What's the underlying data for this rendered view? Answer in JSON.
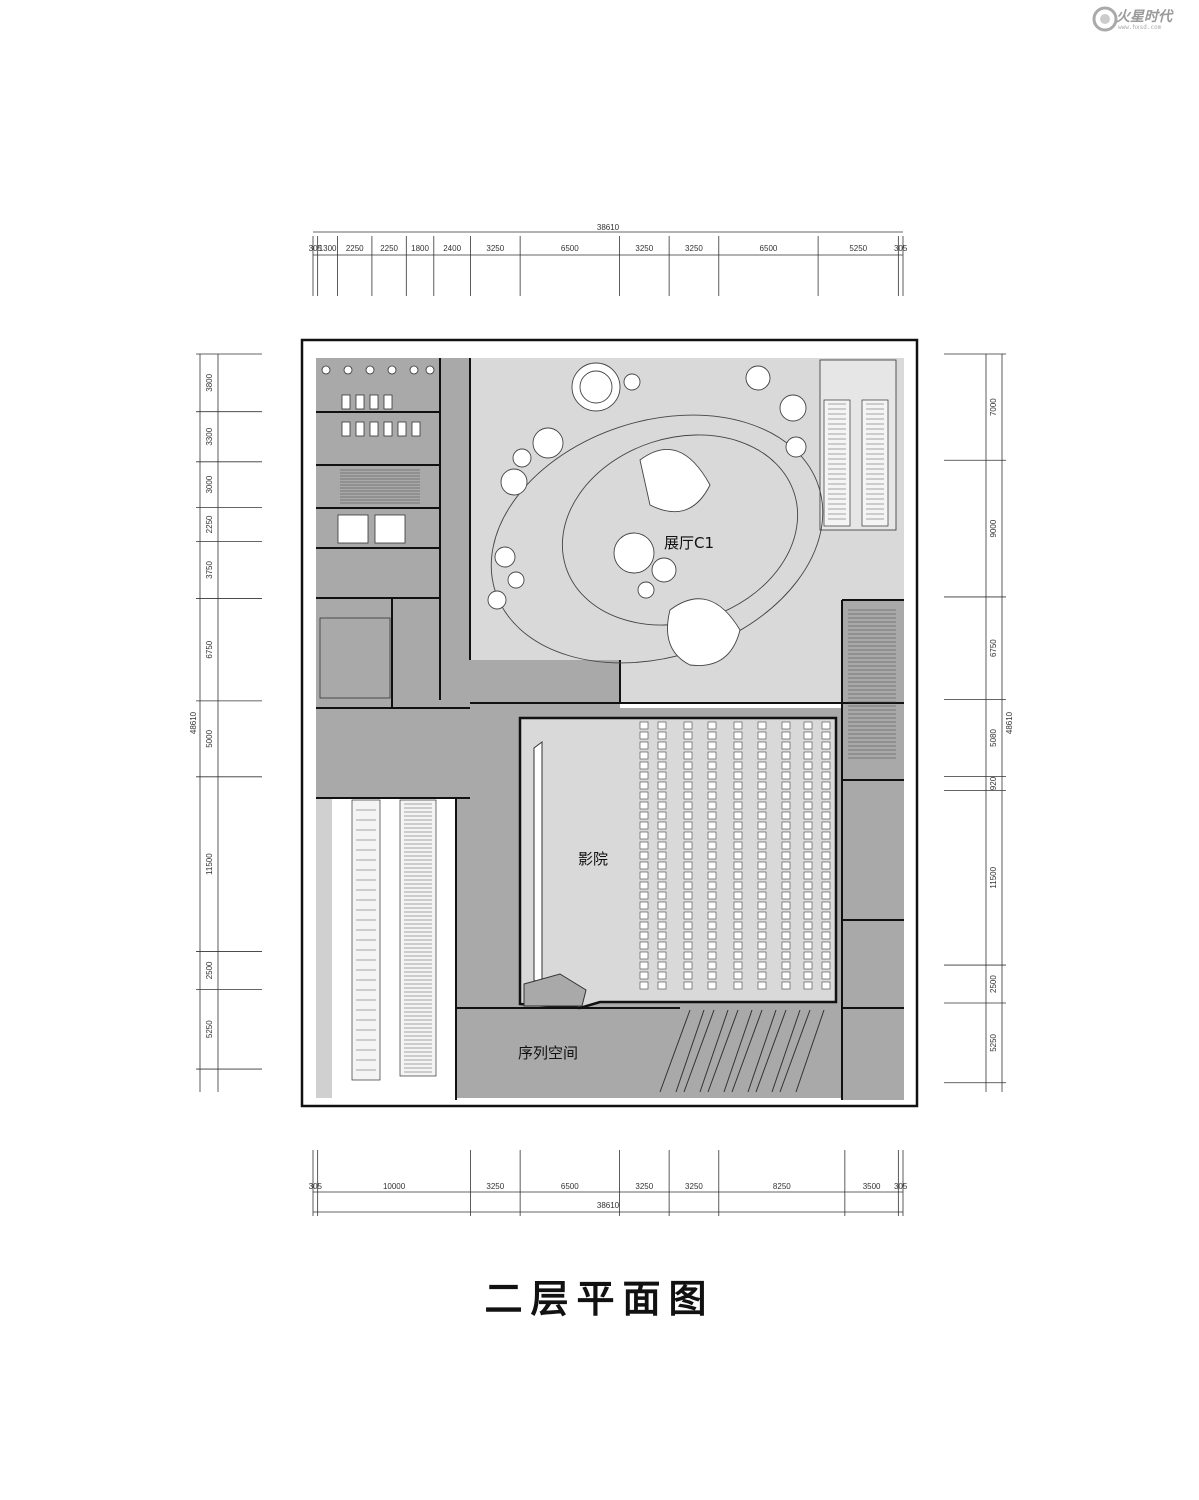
{
  "watermark": {
    "brand": "火星时代",
    "url": "www.hxsd.com"
  },
  "title": "二层平面图",
  "rooms": {
    "exhibition": "展厅C1",
    "cinema": "影院",
    "sequence": "序列空间"
  },
  "dimensions": {
    "top_total": "38610",
    "top_segments": [
      "305",
      "1300",
      "2250",
      "2250",
      "1800",
      "2400",
      "3250",
      "6500",
      "3250",
      "3250",
      "6500",
      "5250",
      "305"
    ],
    "bottom_total": "38610",
    "bottom_segments": [
      "305",
      "10000",
      "3250",
      "6500",
      "3250",
      "3250",
      "8250",
      "3500",
      "305"
    ],
    "left_total": "48610",
    "left_segments": [
      "3800",
      "3300",
      "3000",
      "2250",
      "3750",
      "6750",
      "5000",
      "11500",
      "2500",
      "5250"
    ],
    "right_total": "48610",
    "right_segments": [
      "7000",
      "9000",
      "6750",
      "5080",
      "920",
      "11500",
      "2500",
      "5250"
    ]
  },
  "colors": {
    "dark_fill": "#a9a9a9",
    "light_fill": "#d9d9d9",
    "line": "#1a1a1a"
  }
}
